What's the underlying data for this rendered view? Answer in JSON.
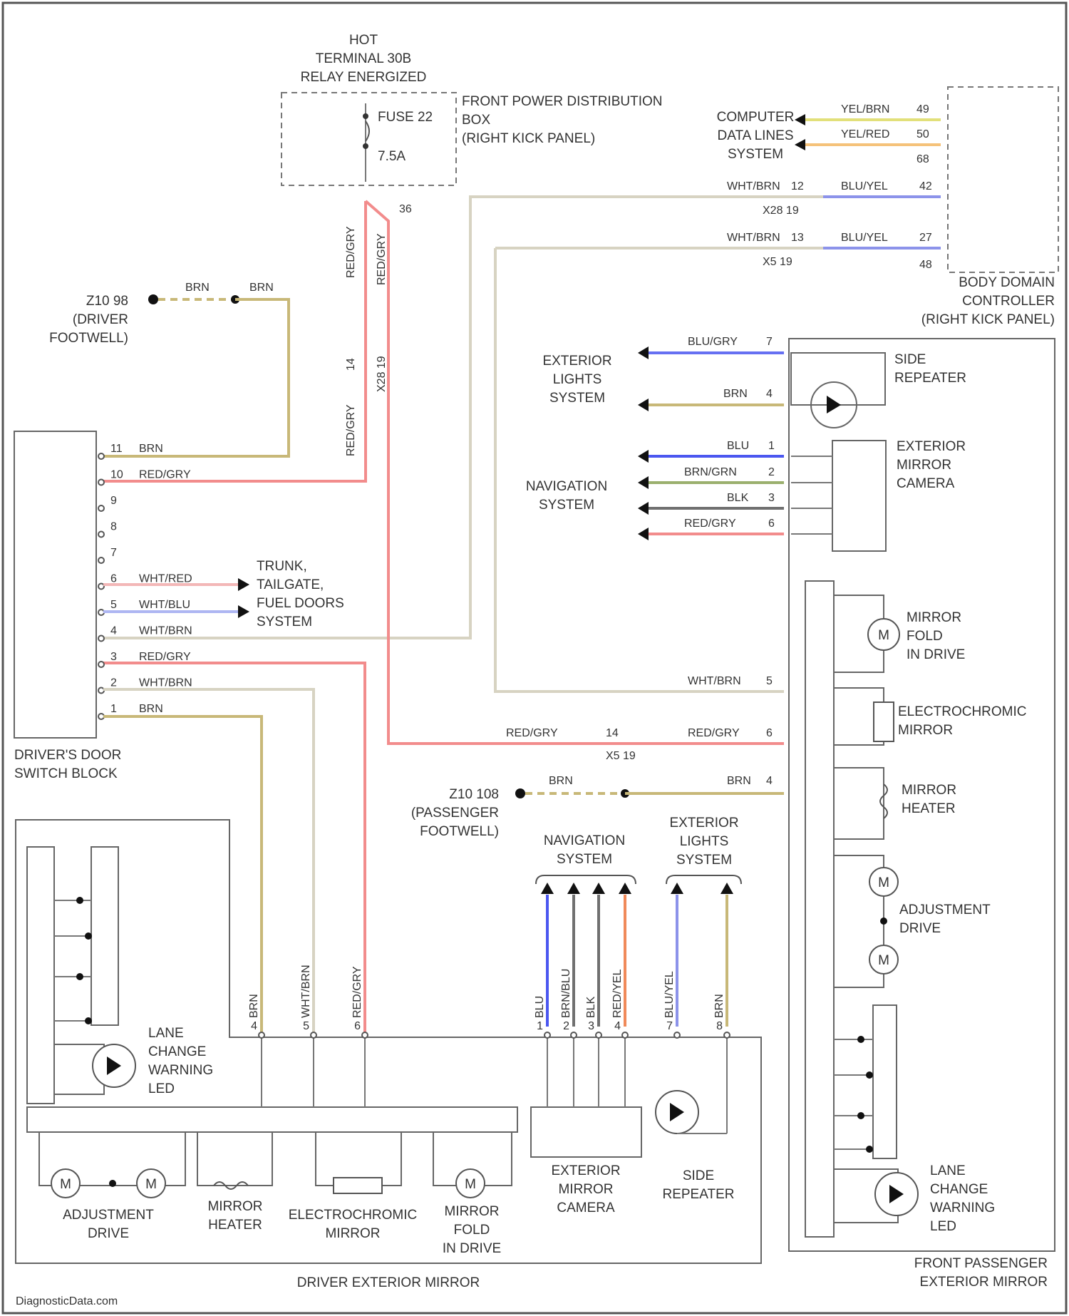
{
  "wire_colors": {
    "BRN": "#c8b878",
    "RED_GRY": "#f28c8c",
    "WHT_BRN": "#d7d3c2",
    "WHT_RED": "#f3b7b7",
    "WHT_BLU": "#aeb6f2",
    "BLU": "#4b57f0",
    "BLU_YEL": "#8c93ea",
    "BRN_GRN": "#9bb06e",
    "BLK": "#707070",
    "YEL_BRN": "#e2e07a",
    "YEL_RED": "#f5c27a",
    "RED_YEL": "#f08a5a"
  },
  "power": {
    "hot_label": [
      "HOT",
      "TERMINAL 30B",
      "RELAY ENERGIZED"
    ],
    "fuse": "FUSE 22",
    "amps": "7.5A",
    "box_label": [
      "FRONT POWER DISTRIBUTION",
      "BOX",
      "(RIGHT KICK PANEL)"
    ],
    "pin": "36"
  },
  "bdc": {
    "system_label": [
      "COMPUTER",
      "DATA LINES",
      "SYSTEM"
    ],
    "wire1": "YEL/BRN",
    "pin1": "49",
    "wire2": "YEL/RED",
    "pin2": "50",
    "pin3": "68",
    "wht_brn": "WHT/BRN",
    "blu_yel": "BLU/YEL",
    "conn_a": "X28 19",
    "pin_a_in": "12",
    "pin_a_out": "42",
    "conn_b": "X5 19",
    "pin_b_in": "13",
    "pin_b_out": "27",
    "pin_c": "48",
    "label": [
      "BODY DOMAIN",
      "CONTROLLER",
      "(RIGHT KICK PANEL)"
    ]
  },
  "ground_driver": {
    "label": [
      "Z10 98",
      "(DRIVER",
      "FOOTWELL)"
    ],
    "wire": "BRN"
  },
  "ground_passenger": {
    "label": [
      "Z10 108",
      "(PASSENGER",
      "FOOTWELL)"
    ],
    "wire": "BRN",
    "pin": "4"
  },
  "splice": {
    "wire": "RED/GRY",
    "conn": "X28 19",
    "pin": "14",
    "conn2": "X5 19",
    "pin2": "14"
  },
  "door_block": {
    "label": [
      "DRIVER'S DOOR",
      "SWITCH BLOCK"
    ],
    "pins": [
      {
        "n": "11",
        "w": "BRN"
      },
      {
        "n": "10",
        "w": "RED/GRY"
      },
      {
        "n": "9",
        "w": ""
      },
      {
        "n": "8",
        "w": ""
      },
      {
        "n": "7",
        "w": ""
      },
      {
        "n": "6",
        "w": "WHT/RED"
      },
      {
        "n": "5",
        "w": "WHT/BLU"
      },
      {
        "n": "4",
        "w": "WHT/BRN"
      },
      {
        "n": "3",
        "w": "RED/GRY"
      },
      {
        "n": "2",
        "w": "WHT/BRN"
      },
      {
        "n": "1",
        "w": "BRN"
      }
    ],
    "trunk_label": [
      "TRUNK,",
      "TAILGATE,",
      "FUEL DOORS",
      "SYSTEM"
    ]
  },
  "passenger_mirror": {
    "label": [
      "FRONT PASSENGER",
      "EXTERIOR MIRROR"
    ],
    "side_repeater": [
      "SIDE",
      "REPEATER"
    ],
    "camera": [
      "EXTERIOR",
      "MIRROR",
      "CAMERA"
    ],
    "fold": [
      "MIRROR",
      "FOLD",
      "IN DRIVE"
    ],
    "electro": [
      "ELECTROCHROMIC",
      "MIRROR"
    ],
    "heater": [
      "MIRROR",
      "HEATER"
    ],
    "adjust": [
      "ADJUSTMENT",
      "DRIVE"
    ],
    "lane": [
      "LANE",
      "CHANGE",
      "WARNING",
      "LED"
    ],
    "ext_lights": [
      "EXTERIOR",
      "LIGHTS",
      "SYSTEM"
    ],
    "nav": [
      "NAVIGATION",
      "SYSTEM"
    ],
    "rep_wires": [
      {
        "w": "BLU/GRY",
        "n": "7"
      },
      {
        "w": "BRN",
        "n": "4"
      }
    ],
    "cam_wires": [
      {
        "w": "BLU",
        "n": "1"
      },
      {
        "w": "BRN/GRN",
        "n": "2"
      },
      {
        "w": "BLK",
        "n": "3"
      },
      {
        "w": "RED/GRY",
        "n": "6"
      }
    ],
    "wht_brn": {
      "w": "WHT/BRN",
      "n": "5"
    },
    "red_gry": {
      "w": "RED/GRY",
      "n": "6"
    },
    "brn": {
      "w": "BRN",
      "n": "4"
    }
  },
  "driver_mirror": {
    "label": "DRIVER EXTERIOR MIRROR",
    "lane": [
      "LANE",
      "CHANGE",
      "WARNING",
      "LED"
    ],
    "adjust": [
      "ADJUSTMENT",
      "DRIVE"
    ],
    "heater": [
      "MIRROR",
      "HEATER"
    ],
    "electro": [
      "ELECTROCHROMIC",
      "MIRROR"
    ],
    "fold": [
      "MIRROR",
      "FOLD",
      "IN DRIVE"
    ],
    "camera": [
      "EXTERIOR",
      "MIRROR",
      "CAMERA"
    ],
    "side_repeater": [
      "SIDE",
      "REPEATER"
    ],
    "nav": [
      "NAVIGATION",
      "SYSTEM"
    ],
    "ext_lights": [
      "EXTERIOR",
      "LIGHTS",
      "SYSTEM"
    ],
    "vwires": [
      {
        "w": "BRN",
        "n": "4"
      },
      {
        "w": "WHT/BRN",
        "n": "5"
      },
      {
        "w": "RED/GRY",
        "n": "6"
      },
      {
        "w": "BLU",
        "n": "1"
      },
      {
        "w": "BRN/BLU",
        "n": "2"
      },
      {
        "w": "BLK",
        "n": "3"
      },
      {
        "w": "RED/YEL",
        "n": "4"
      },
      {
        "w": "BLU/YEL",
        "n": "7"
      },
      {
        "w": "BRN",
        "n": "8"
      }
    ]
  },
  "watermark": "DiagnosticData.com"
}
